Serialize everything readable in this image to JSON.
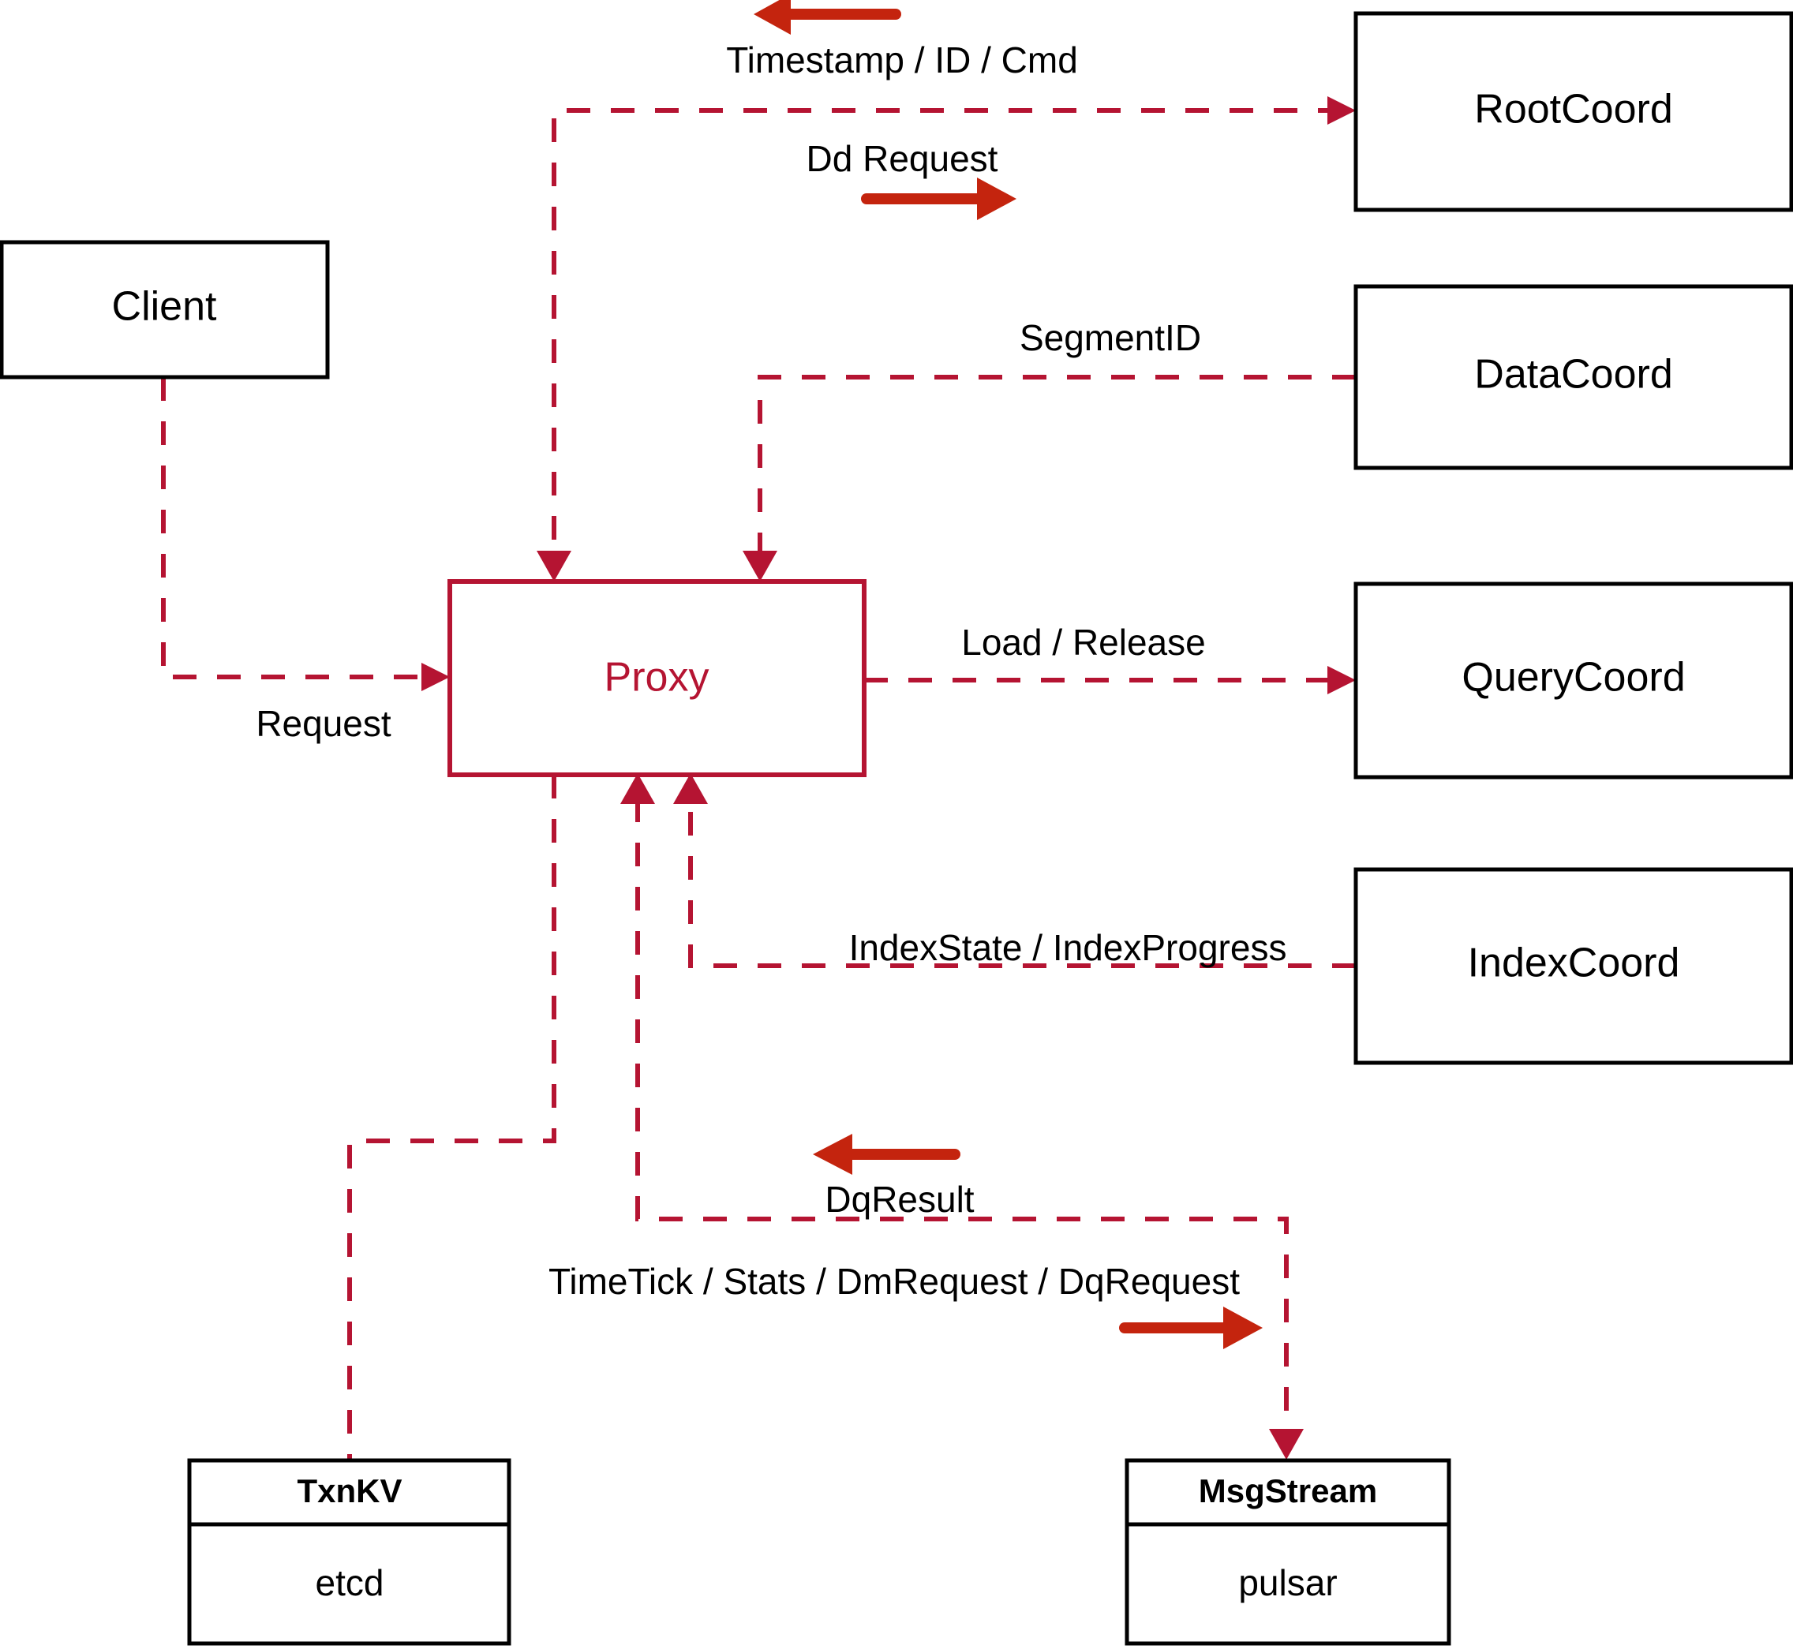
{
  "diagram": {
    "title": "Milvus Proxy Interaction Diagram",
    "colors": {
      "accent": "#b51432",
      "arrow": "#c4240e",
      "node_stroke": "#000000",
      "background": "#ffffff"
    },
    "nodes": [
      {
        "id": "client",
        "label": "Client",
        "style": "plain"
      },
      {
        "id": "proxy",
        "label": "Proxy",
        "style": "accent"
      },
      {
        "id": "rootcoord",
        "label": "RootCoord",
        "style": "plain"
      },
      {
        "id": "datacoord",
        "label": "DataCoord",
        "style": "plain"
      },
      {
        "id": "querycoord",
        "label": "QueryCoord",
        "style": "plain"
      },
      {
        "id": "indexcoord",
        "label": "IndexCoord",
        "style": "plain"
      },
      {
        "id": "txnkv",
        "label": "TxnKV",
        "sublabel": "etcd",
        "style": "split"
      },
      {
        "id": "msgstream",
        "label": "MsgStream",
        "sublabel": "pulsar",
        "style": "split"
      }
    ],
    "edges": [
      {
        "id": "e-client-proxy",
        "from": "client",
        "to": "proxy",
        "label": "Request",
        "direction": "right"
      },
      {
        "id": "e-rootcoord",
        "from": "proxy",
        "to": "rootcoord",
        "label": "Dd Request",
        "direction": "right"
      },
      {
        "id": "e-rootcoord-back",
        "from": "rootcoord",
        "to": "proxy",
        "label": "Timestamp / ID / Cmd",
        "direction": "left"
      },
      {
        "id": "e-datacoord",
        "from": "datacoord",
        "to": "proxy",
        "label": "SegmentID",
        "direction": "none"
      },
      {
        "id": "e-querycoord",
        "from": "proxy",
        "to": "querycoord",
        "label": "Load / Release",
        "direction": "none"
      },
      {
        "id": "e-indexcoord",
        "from": "indexcoord",
        "to": "proxy",
        "label": "IndexState / IndexProgress",
        "direction": "none"
      },
      {
        "id": "e-msgstream-out",
        "from": "proxy",
        "to": "msgstream",
        "label": "TimeTick / Stats / DmRequest / DqRequest",
        "direction": "right"
      },
      {
        "id": "e-msgstream-in",
        "from": "msgstream",
        "to": "proxy",
        "label": "DqResult",
        "direction": "left"
      },
      {
        "id": "e-txnkv",
        "from": "proxy",
        "to": "txnkv",
        "label": "",
        "direction": "none"
      }
    ]
  }
}
